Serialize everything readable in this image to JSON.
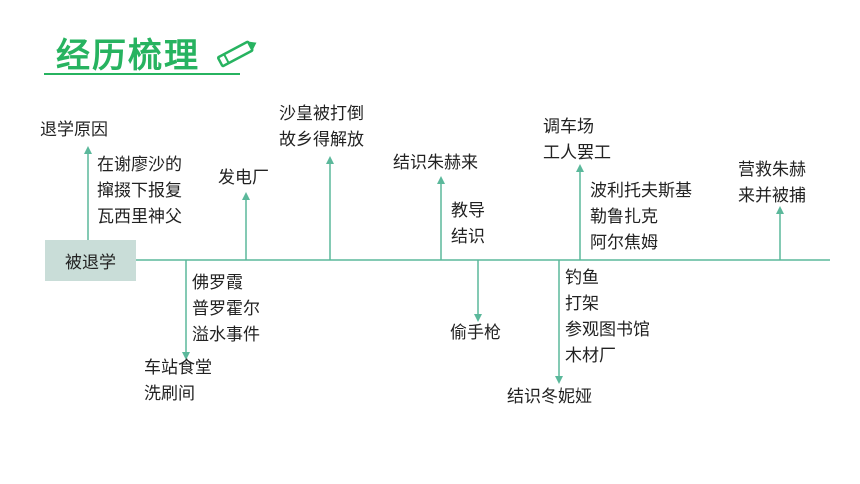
{
  "header": {
    "title": "经历梳理"
  },
  "diagram": {
    "start_label": "被退学",
    "events": {
      "reason_title": "退学原因",
      "reason_detail": "在谢廖沙的\n撺掇下报复\n瓦西里神父",
      "fire": "发电厂",
      "tsar": "沙皇被打倒\n故乡得解放",
      "meet_zhuhelai": "结识朱赫来",
      "taught": "教导\n结识",
      "transfer": "调车场\n工人罢工",
      "polish": "波利托夫斯基\n勒鲁扎克\n阿尔焦姆",
      "rescue": "营救朱赫\n来并被捕",
      "flood": "佛罗霞\n普罗霍尔\n溢水事件",
      "station": "车站食堂\n洗刷间",
      "gun": "偷手枪",
      "fishing": "钓鱼\n打架\n参观图书馆\n木材厂",
      "meet_tonya": "结识冬妮娅"
    }
  }
}
